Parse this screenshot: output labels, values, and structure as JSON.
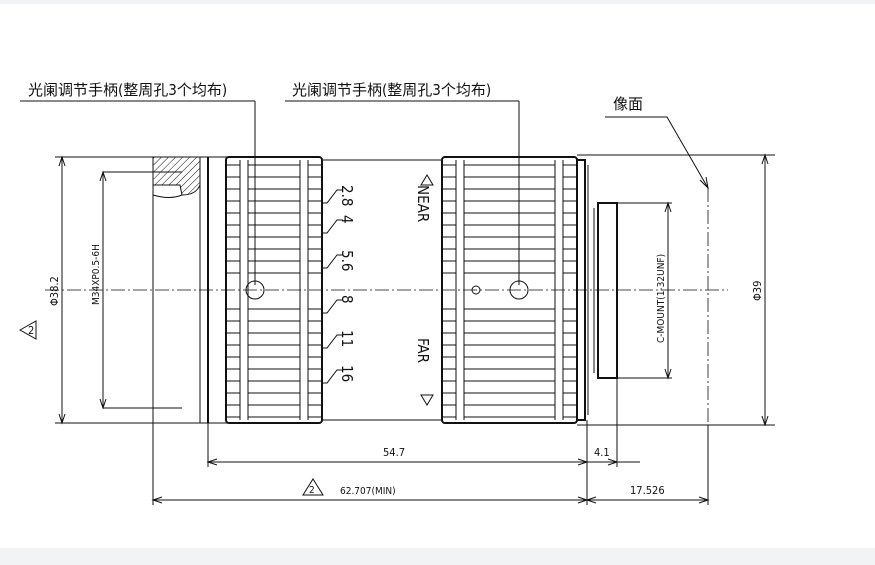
{
  "labels": {
    "aperture_handle_left": "光阑调节手柄(整周孔3个均布)",
    "aperture_handle_right": "光阑调节手柄(整周孔3个均布)",
    "image_plane": "像面",
    "thread": "M34XP0.5-6H",
    "diameter_front": "Φ38.2",
    "diameter_body": "Φ39",
    "mount": "C-MOUNT(1-32UNF)",
    "near": "NEAR",
    "far": "FAR",
    "revision_mark_1": "2",
    "revision_mark_2": "2"
  },
  "f_stops": [
    "2.8",
    "4",
    "5.6",
    "8",
    "11",
    "16"
  ],
  "dimensions": {
    "body_length": "54.7",
    "flange_step": "4.1",
    "total_length": "62.707(MIN)",
    "back_focal": "17.526"
  }
}
